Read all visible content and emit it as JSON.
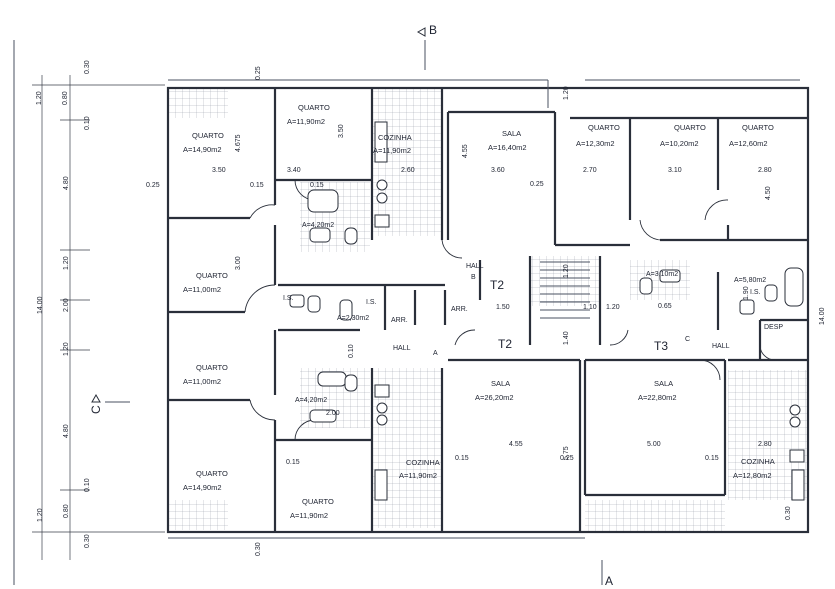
{
  "section_marks": {
    "top": "B",
    "left": "C",
    "bottom": "A"
  },
  "rooms": [
    {
      "name": "QUARTO",
      "area": "A=14,90m2"
    },
    {
      "name": "QUARTO",
      "area": "A=11,90m2"
    },
    {
      "name": "COZINHA",
      "area": "A=11,90m2"
    },
    {
      "name": "SALA",
      "area": "A=16,40m2"
    },
    {
      "name": "QUARTO",
      "area": "A=12,30m2"
    },
    {
      "name": "QUARTO",
      "area": "A=10,20m2"
    },
    {
      "name": "QUARTO",
      "area": "A=12,60m2"
    },
    {
      "name": "QUARTO",
      "area": "A=11,00m2"
    },
    {
      "name": "QUARTO",
      "area": "A=11,00m2"
    },
    {
      "name": "SALA",
      "area": "A=26,20m2"
    },
    {
      "name": "SALA",
      "area": "A=22,80m2"
    },
    {
      "name": "QUARTO",
      "area": "A=14,90m2"
    },
    {
      "name": "QUARTO",
      "area": "A=11,90m2"
    },
    {
      "name": "COZINHA",
      "area": "A=11,90m2"
    },
    {
      "name": "COZINHA",
      "area": "A=12,80m2"
    }
  ],
  "small_areas": [
    "A=4,20m2",
    "A=2,30m2",
    "A=4,20m2",
    "A=3,10m2",
    "A=5,80m2"
  ],
  "labels": {
    "hall": "HALL",
    "is": "I.S.",
    "arr": "ARR.",
    "desp": "DESP",
    "t2": "T2",
    "t3": "T3",
    "a": "A",
    "b": "B",
    "c": "C"
  },
  "left_dims": [
    "1.20",
    "0.80",
    "0.10",
    "4.80",
    "1.20",
    "2.00",
    "1.20",
    "4.80",
    "0.10",
    "0.80",
    "1.20",
    "14.00",
    "0.30",
    "0.30"
  ],
  "dims": [
    "0.25",
    "3.50",
    "4.675",
    "0.15",
    "3.40",
    "3.50",
    "2.60",
    "4.55",
    "3.60",
    "0.25",
    "2.70",
    "3.10",
    "2.80",
    "4.50",
    "1.20",
    "1.50",
    "1.10",
    "1.20",
    "0.65",
    "1.40",
    "1.90",
    "0.15",
    "3.00",
    "2.00",
    "5.75",
    "5.00",
    "4.55",
    "2.80",
    "0.15",
    "0.25",
    "1.20",
    "14.00",
    "0.25",
    "0.15",
    "0.10",
    "0.30",
    "0.30",
    "0.15"
  ]
}
